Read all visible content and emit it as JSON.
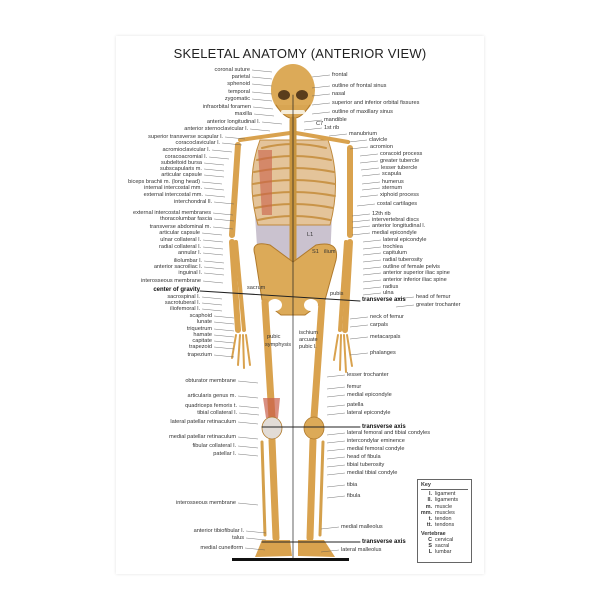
{
  "title": "SKELETAL ANATOMY (ANTERIOR VIEW)",
  "left_labels": [
    "coronal suture",
    "parietal",
    "sphenoid",
    "temporal",
    "zygomatic",
    "infraorbital foramen",
    "maxilla",
    "anterior longitudinal l.",
    "anterior sternoclavicular l.",
    "superior transverse scapular l.",
    "coracoclavicular l.",
    "acromioclavicular l.",
    "coracoacromial l.",
    "subdeltoid bursa",
    "subscapularis m.",
    "articular capsule",
    "biceps brachii m. (long head)",
    "internal intercostal mm.",
    "external intercostal mm.",
    "interchondral ll.",
    "external intercostal membranes",
    "thoracolumbar fascia",
    "transverse abdominal m.",
    "articular capsule",
    "ulnar collateral l.",
    "radial collateral l.",
    "annular l.",
    "iliolumbar l.",
    "anterior sacroiliac l.",
    "inguinal l.",
    "interosseous membrane",
    "center of gravity",
    "sacrospinal l.",
    "sacrotuberal l.",
    "iliofemoral l.",
    "scaphoid",
    "lunate",
    "triquetrum",
    "hamate",
    "capitate",
    "trapezoid",
    "trapezium",
    "obturator membrane",
    "articularis genus m.",
    "quadriceps femoris t.",
    "tibial collateral l.",
    "lateral patellar retinaculum",
    "medial patellar retinaculum",
    "fibular collateral l.",
    "patellar l.",
    "interosseous membrane",
    "anterior tibiofibular l.",
    "talus",
    "medial cuneiform"
  ],
  "right_labels": [
    "frontal",
    "outline of frontal sinus",
    "nasal",
    "superior and inferior orbital fissures",
    "outline of maxillary sinus",
    "mandible",
    "C7",
    "1st rib",
    "manubrium",
    "clavicle",
    "acromion",
    "coracoid process",
    "greater tubercle",
    "lesser tubercle",
    "scapula",
    "humerus",
    "sternum",
    "xiphoid process",
    "costal cartilages",
    "12th rib",
    "intervertebral discs",
    "anterior longitudinal l.",
    "medial epicondyle",
    "lateral epicondyle",
    "trochlea",
    "capitulum",
    "radial tuberosity",
    "outline of female pelvis",
    "anterior superior iliac spine",
    "anterior inferior iliac spine",
    "radius",
    "ulna",
    "head of femur",
    "transverse axis",
    "greater trochanter",
    "neck of femur",
    "carpals",
    "metacarpals",
    "phalanges",
    "lesser trochanter",
    "femur",
    "medial epicondyle",
    "patella",
    "lateral epicondyle",
    "transverse axis",
    "lateral femoral and tibial condyles",
    "intercondylar eminence",
    "medial femoral condyle",
    "head of fibula",
    "tibial tuberosity",
    "medial tibial condyle",
    "tibia",
    "fibula",
    "medial malleolus",
    "transverse axis",
    "lateral malleolus"
  ],
  "center_labels": [
    "L1",
    "S1",
    "ilium",
    "pubis",
    "sacrum",
    "pubic",
    "symphysis",
    "ischium",
    "arcuate",
    "pubic l."
  ],
  "key": {
    "title": "Key",
    "items": [
      {
        "abbr": "l.",
        "meaning": "ligament"
      },
      {
        "abbr": "ll.",
        "meaning": "ligaments"
      },
      {
        "abbr": "m.",
        "meaning": "muscle"
      },
      {
        "abbr": "mm.",
        "meaning": "muscles"
      },
      {
        "abbr": "t.",
        "meaning": "tendon"
      },
      {
        "abbr": "tt.",
        "meaning": "tendons"
      }
    ],
    "vertebrae_title": "Vertebrae",
    "vertebrae": [
      {
        "abbr": "C",
        "meaning": "cervical"
      },
      {
        "abbr": "S",
        "meaning": "sacral"
      },
      {
        "abbr": "L",
        "meaning": "lumbar"
      }
    ]
  },
  "colors": {
    "bone": "#d9a24e",
    "bone_shadow": "#b07a2c",
    "muscle": "#c9604a",
    "membrane": "#b9b0bd"
  }
}
